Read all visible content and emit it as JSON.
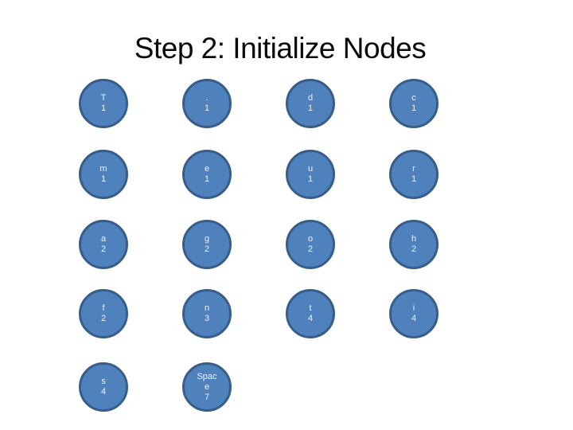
{
  "slide": {
    "title": "Step 2: Initialize Nodes",
    "background_color": "#ffffff",
    "title_color": "#0a0a0a"
  },
  "node_style": {
    "fill": "#4f81bd",
    "border": "#385d8a",
    "text_color": "#ecf2f9"
  },
  "nodes": [
    {
      "label": "T",
      "count": "1",
      "row": 1,
      "col": 1,
      "display_lines": [
        "T",
        "1"
      ]
    },
    {
      "label": ".",
      "count": "1",
      "row": 1,
      "col": 2,
      "display_lines": [
        ".",
        "1"
      ]
    },
    {
      "label": "d",
      "count": "1",
      "row": 1,
      "col": 3,
      "display_lines": [
        "d",
        "1"
      ]
    },
    {
      "label": "c",
      "count": "1",
      "row": 1,
      "col": 4,
      "display_lines": [
        "c",
        "1"
      ]
    },
    {
      "label": "m",
      "count": "1",
      "row": 2,
      "col": 1,
      "display_lines": [
        "m",
        "1"
      ]
    },
    {
      "label": "e",
      "count": "1",
      "row": 2,
      "col": 2,
      "display_lines": [
        "e",
        "1"
      ]
    },
    {
      "label": "u",
      "count": "1",
      "row": 2,
      "col": 3,
      "display_lines": [
        "u",
        "1"
      ]
    },
    {
      "label": "r",
      "count": "1",
      "row": 2,
      "col": 4,
      "display_lines": [
        "r",
        "1"
      ]
    },
    {
      "label": "a",
      "count": "2",
      "row": 3,
      "col": 1,
      "display_lines": [
        "a",
        "2"
      ]
    },
    {
      "label": "g",
      "count": "2",
      "row": 3,
      "col": 2,
      "display_lines": [
        "g",
        "2"
      ]
    },
    {
      "label": "o",
      "count": "2",
      "row": 3,
      "col": 3,
      "display_lines": [
        "o",
        "2"
      ]
    },
    {
      "label": "h",
      "count": "2",
      "row": 3,
      "col": 4,
      "display_lines": [
        "h",
        "2"
      ]
    },
    {
      "label": "f",
      "count": "2",
      "row": 4,
      "col": 1,
      "display_lines": [
        "f",
        "2"
      ]
    },
    {
      "label": "n",
      "count": "3",
      "row": 4,
      "col": 2,
      "display_lines": [
        "n",
        "3"
      ]
    },
    {
      "label": "t",
      "count": "4",
      "row": 4,
      "col": 3,
      "display_lines": [
        "t",
        "4"
      ]
    },
    {
      "label": "i",
      "count": "4",
      "row": 4,
      "col": 4,
      "display_lines": [
        "i",
        "4"
      ]
    },
    {
      "label": "s",
      "count": "4",
      "row": 5,
      "col": 1,
      "display_lines": [
        "s",
        "4"
      ]
    },
    {
      "label": "Space",
      "count": "7",
      "row": 5,
      "col": 2,
      "display_lines": [
        "Spac",
        "e",
        "7"
      ]
    }
  ]
}
